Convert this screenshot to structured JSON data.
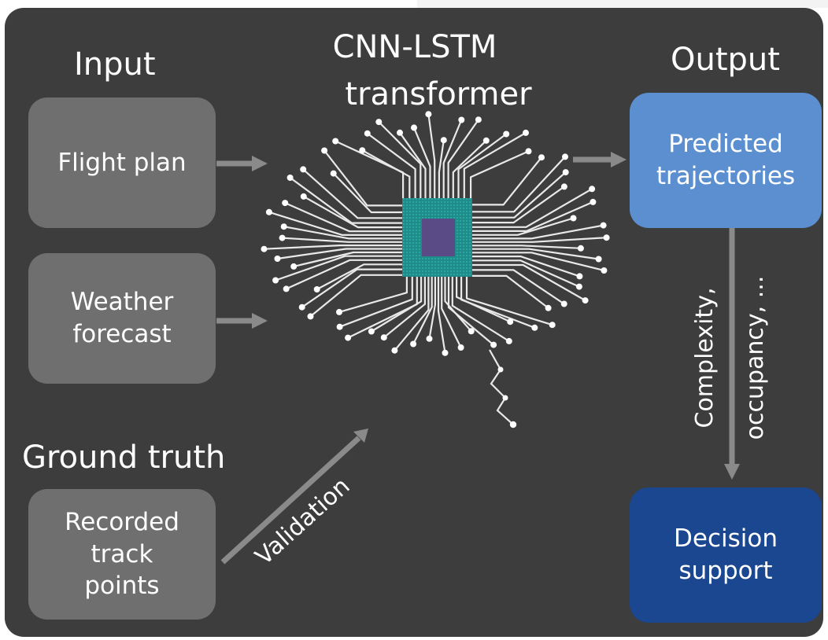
{
  "headings": {
    "input": "Input",
    "model_line1": "CNN-LSTM",
    "model_line2": "transformer",
    "output": "Output",
    "ground_truth": "Ground truth"
  },
  "inputs": {
    "flight_plan": "Flight plan",
    "weather_line1": "Weather",
    "weather_line2": "forecast"
  },
  "ground_truth": {
    "line1": "Recorded",
    "line2": "track",
    "line3": "points"
  },
  "outputs": {
    "predicted_line1": "Predicted",
    "predicted_line2": "trajectories",
    "decision_line1": "Decision",
    "decision_line2": "support"
  },
  "edge_labels": {
    "validation": "Validation",
    "metrics_line1": "Complexity,",
    "metrics_line2": "occupancy, ..."
  },
  "colors": {
    "background": "#3d3d3d",
    "input_box": "#6f6f6f",
    "predicted_box": "#5b8fd0",
    "decision_box": "#1a478f",
    "chip": "#1f8c8a",
    "chip_core": "#5a4a86",
    "arrow": "#8a8a8a",
    "circuit": "#e9e9e9"
  },
  "icons": [
    "brain-circuit-icon",
    "processor-chip-icon"
  ]
}
